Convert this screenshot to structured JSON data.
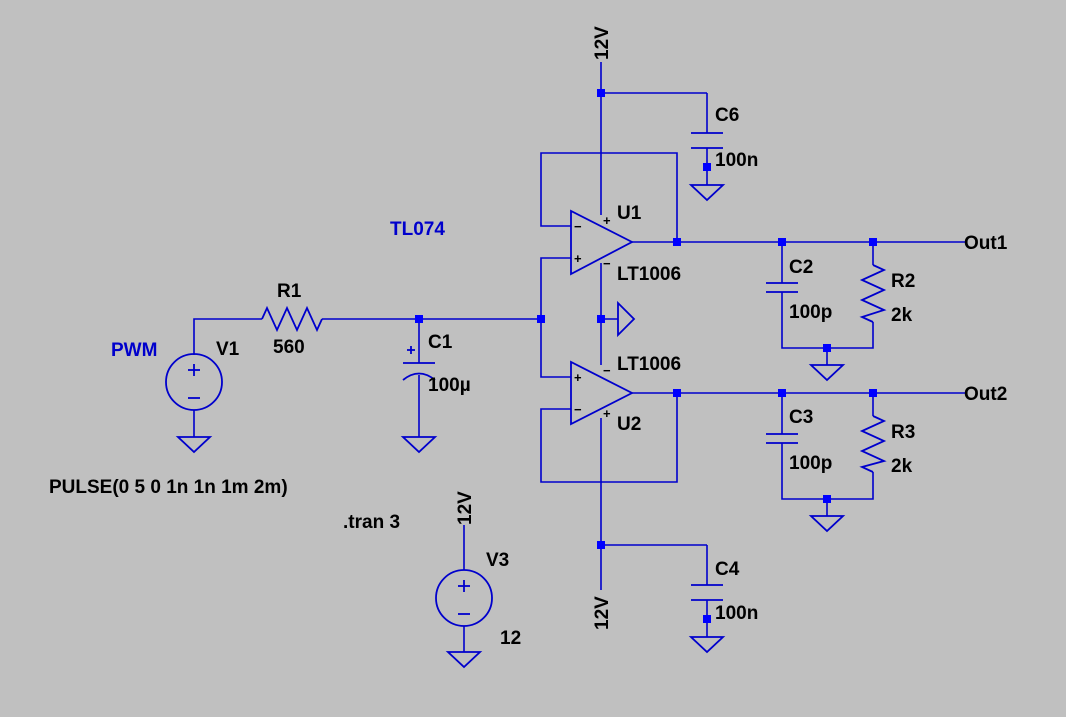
{
  "labels": {
    "v_top": "12V",
    "v_bottom": "12V",
    "v3_supply": "12V",
    "c6_name": "C6",
    "c6_value": "100n",
    "c4_name": "C4",
    "c4_value": "100n",
    "u1_name": "U1",
    "u1_model": "LT1006",
    "u2_name": "U2",
    "u2_model": "LT1006",
    "opamp_note": "TL074",
    "c2_name": "C2",
    "c2_value": "100p",
    "r2_name": "R2",
    "r2_value": "2k",
    "c3_name": "C3",
    "c3_value": "100p",
    "r3_name": "R3",
    "r3_value": "2k",
    "out1": "Out1",
    "out2": "Out2",
    "r1_name": "R1",
    "r1_value": "560",
    "c1_name": "C1",
    "c1_value": "100µ",
    "v1_name": "V1",
    "v1_net": "PWM",
    "v1_source": "PULSE(0 5 0 1n 1n 1m 2m)",
    "tran": ".tran 3",
    "v3_name": "V3",
    "v3_value": "12"
  },
  "pin_signs": {
    "plus": "+",
    "minus": "−"
  }
}
